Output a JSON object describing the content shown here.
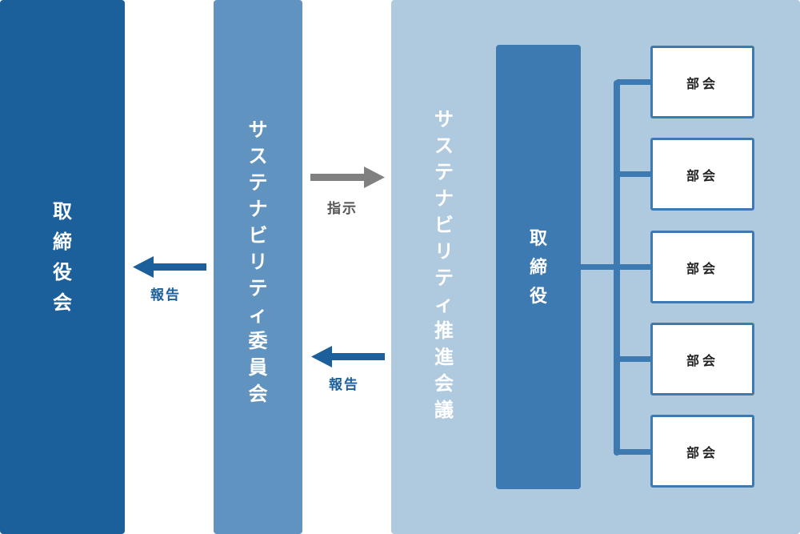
{
  "board": {
    "chars": [
      "取",
      "締",
      "役",
      "会"
    ]
  },
  "committee": {
    "chars": [
      "サ",
      "ス",
      "テ",
      "ナ",
      "ビ",
      "リ",
      "テ",
      "ィ",
      "委",
      "員",
      "会"
    ]
  },
  "council": {
    "chars": [
      "サ",
      "ス",
      "テ",
      "ナ",
      "ビ",
      "リ",
      "テ",
      "ィ",
      "推",
      "進",
      "会",
      "議"
    ]
  },
  "director": {
    "chars": [
      "取",
      "締",
      "役"
    ]
  },
  "arrows": {
    "instruction_label": "指示",
    "report_to_board_label": "報告",
    "report_to_committee_label": "報告"
  },
  "departments": [
    {
      "label": "部会"
    },
    {
      "label": "部会"
    },
    {
      "label": "部会"
    },
    {
      "label": "部会"
    },
    {
      "label": "部会"
    }
  ],
  "colors": {
    "board": "#1b5f9b",
    "committee": "#6193c0",
    "council": "#afc9df",
    "director": "#3d7ab2",
    "report_arrow": "#1b5f9b",
    "instruction_arrow": "#808080"
  }
}
